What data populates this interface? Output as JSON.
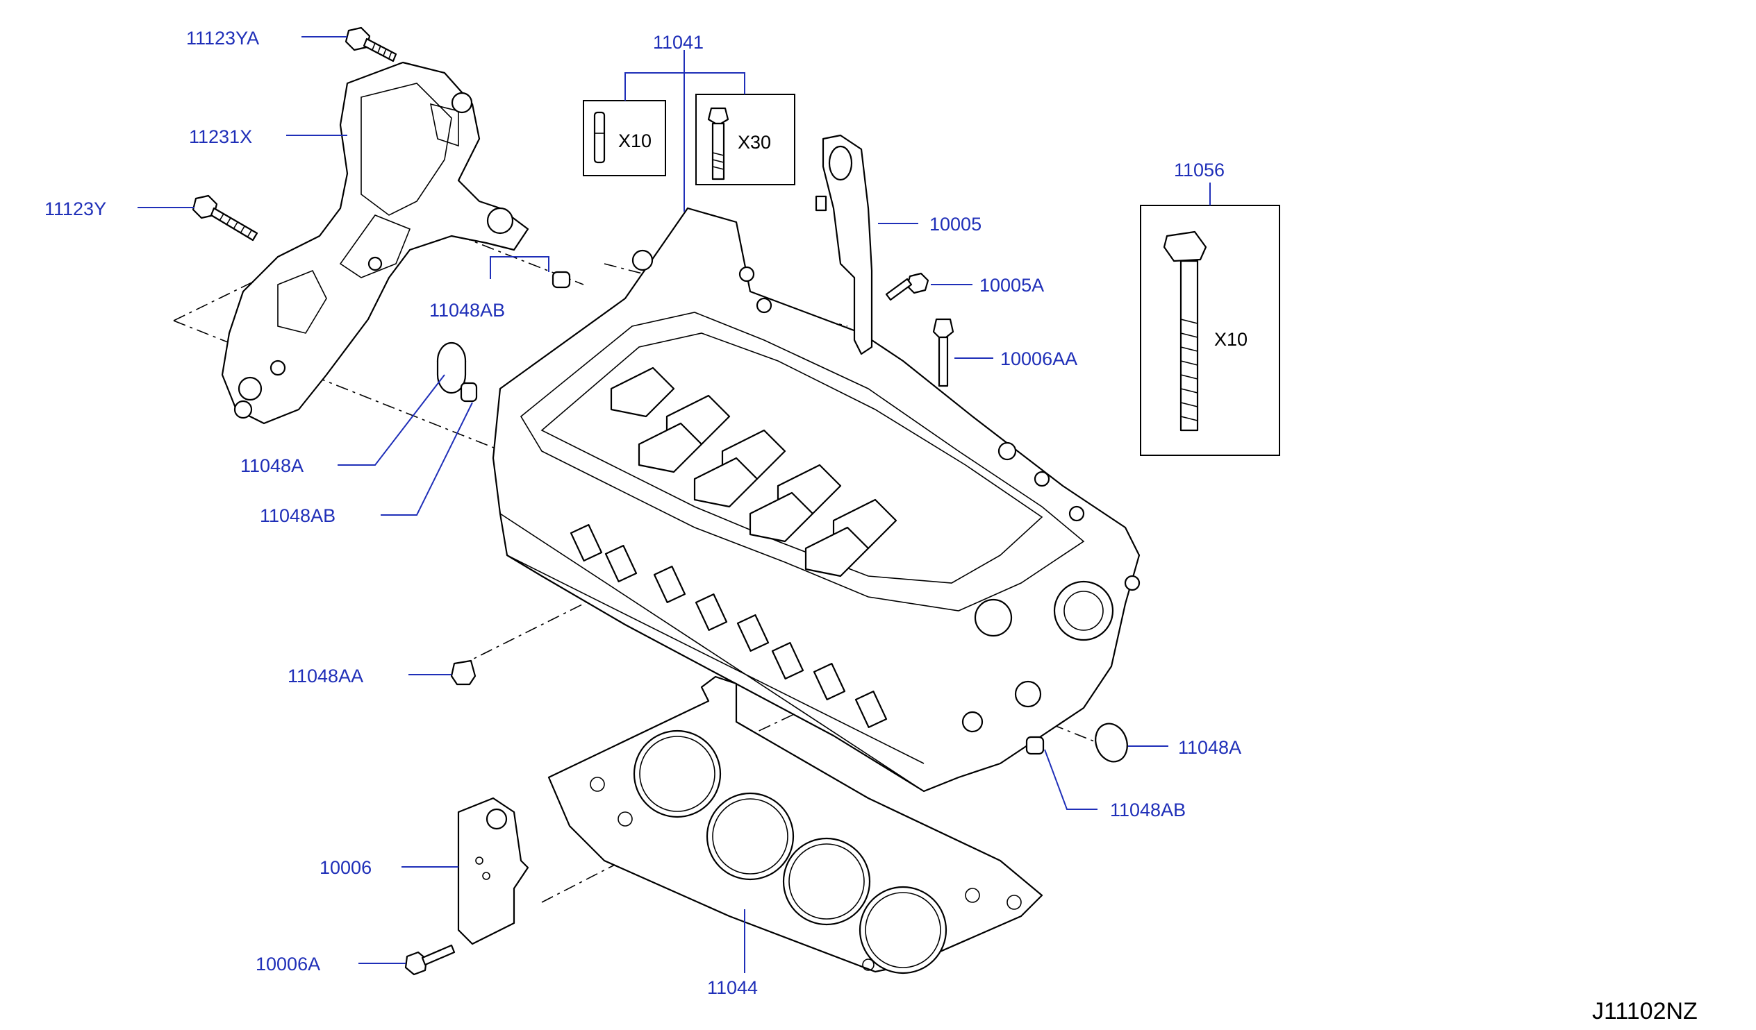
{
  "diagram_code": "J11102NZ",
  "labels": {
    "p11123YA": "11123YA",
    "p11231X": "11231X",
    "p11123Y": "11123Y",
    "p11048AB_top": "11048AB",
    "p11048A_left": "11048A",
    "p11048AB_left": "11048AB",
    "p11048AA": "11048AA",
    "p10006": "10006",
    "p10006A": "10006A",
    "p11041": "11041",
    "p11044": "11044",
    "p10005": "10005",
    "p10005A": "10005A",
    "p10006AA": "10006AA",
    "p11056": "11056",
    "p11048A_right": "11048A",
    "p11048AB_right": "11048AB"
  },
  "quantities": {
    "dowel_qty": "X10",
    "bolt_qty": "X30",
    "head_bolt_qty": "X10"
  }
}
